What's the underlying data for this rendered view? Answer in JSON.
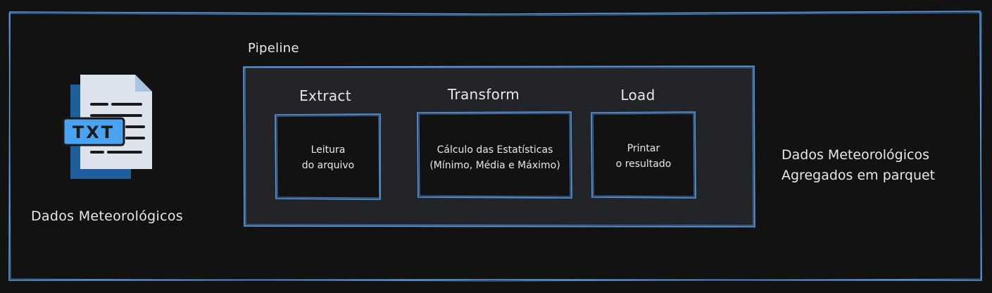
{
  "source": {
    "icon": "txt-file-icon",
    "icon_text": "TXT",
    "label": "Dados Meteorológicos"
  },
  "pipeline": {
    "label": "Pipeline",
    "stages": [
      {
        "title": "Extract",
        "lines": [
          "Leitura",
          "do arquivo"
        ]
      },
      {
        "title": "Transform",
        "lines": [
          "Cálculo das Estatísticas",
          "(Mínimo, Média e Máximo)"
        ]
      },
      {
        "title": "Load",
        "lines": [
          "Printar",
          "o resultado"
        ]
      }
    ]
  },
  "output": {
    "lines": [
      "Dados Meteorológicos",
      "Agregados em parquet"
    ]
  },
  "colors": {
    "background": "#121212",
    "stroke": "#5a9ee8",
    "pipeline_fill": "#232427",
    "icon_dark": "#1f5f9e",
    "icon_light": "#dde3ec",
    "icon_accent": "#4aa3f0"
  }
}
